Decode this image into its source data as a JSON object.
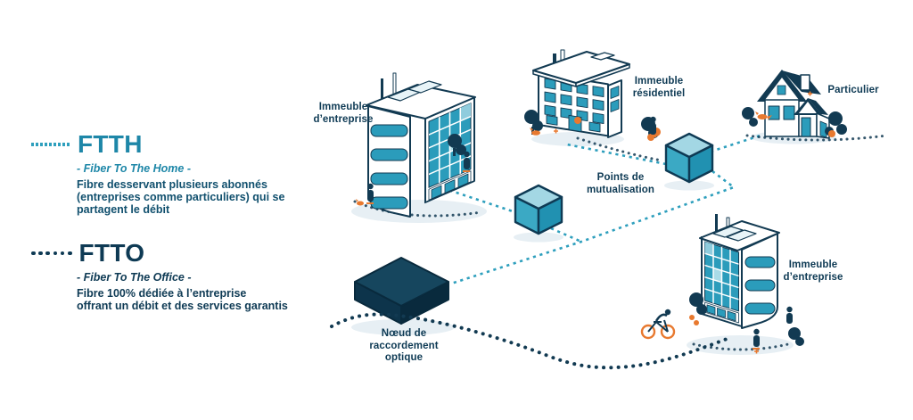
{
  "colors": {
    "teal_title": "#1E87A8",
    "navy": "#0E3A54",
    "line_teal": "#2E9FBD",
    "orange": "#E8792F",
    "glass_teal": "#2B9CBB"
  },
  "legend": {
    "ftth": {
      "title": "FTTH",
      "subtitle": "- Fiber To The Home -",
      "description_lines": [
        "Fibre desservant plusieurs abonnés",
        "(entreprises comme particuliers) qui se",
        "partagent le débit"
      ]
    },
    "ftto": {
      "title": "FTTO",
      "subtitle": "- Fiber To The Office -",
      "description_lines": [
        "Fibre 100% dédiée à l’entreprise",
        "offrant un débit et des services garantis"
      ]
    }
  },
  "nodes": {
    "office_left": {
      "label_lines": [
        "Immeuble",
        "d’entreprise"
      ]
    },
    "residential": {
      "label_lines": [
        "Immeuble",
        "résidentiel"
      ]
    },
    "house": {
      "label_lines": [
        "Particulier"
      ]
    },
    "mutualisation": {
      "label_lines": [
        "Points de",
        "mutualisation"
      ]
    },
    "nro": {
      "label_lines": [
        "Nœud de",
        "raccordement",
        "optique"
      ]
    },
    "office_right": {
      "label_lines": [
        "Immeuble",
        "d’entreprise"
      ]
    }
  }
}
